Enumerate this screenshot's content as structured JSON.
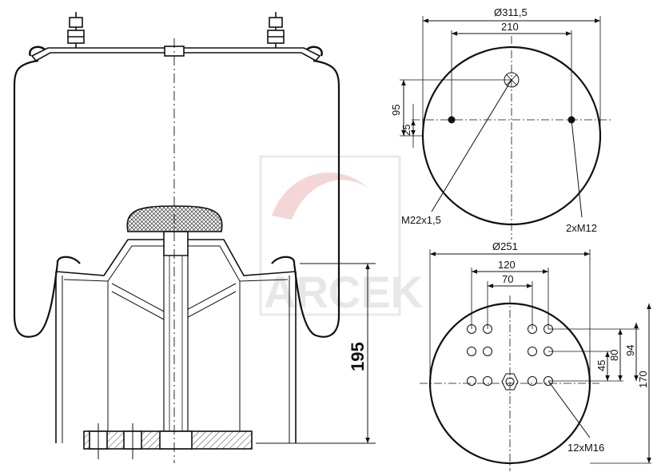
{
  "watermark": {
    "brand": "ARCEK",
    "color": "#d9d9d9",
    "accent": "#e9a3a3"
  },
  "side_view": {
    "height_label": "195"
  },
  "top_plate": {
    "diameter_label": "Ø311,5",
    "bolt_spacing_label": "210",
    "offset_label_1": "95",
    "offset_label_2": "25",
    "center_thread_label": "M22x1,5",
    "bolt_thread_label": "2xM12"
  },
  "bottom_plate": {
    "diameter_label": "Ø251",
    "spacing_label_1": "120",
    "spacing_label_2": "70",
    "vertical_label_1": "45",
    "vertical_label_2": "80",
    "vertical_label_3": "94",
    "vertical_label_4": "170",
    "thread_label": "12xM16"
  },
  "colors": {
    "line": "#111111",
    "hatch": "#444444"
  }
}
